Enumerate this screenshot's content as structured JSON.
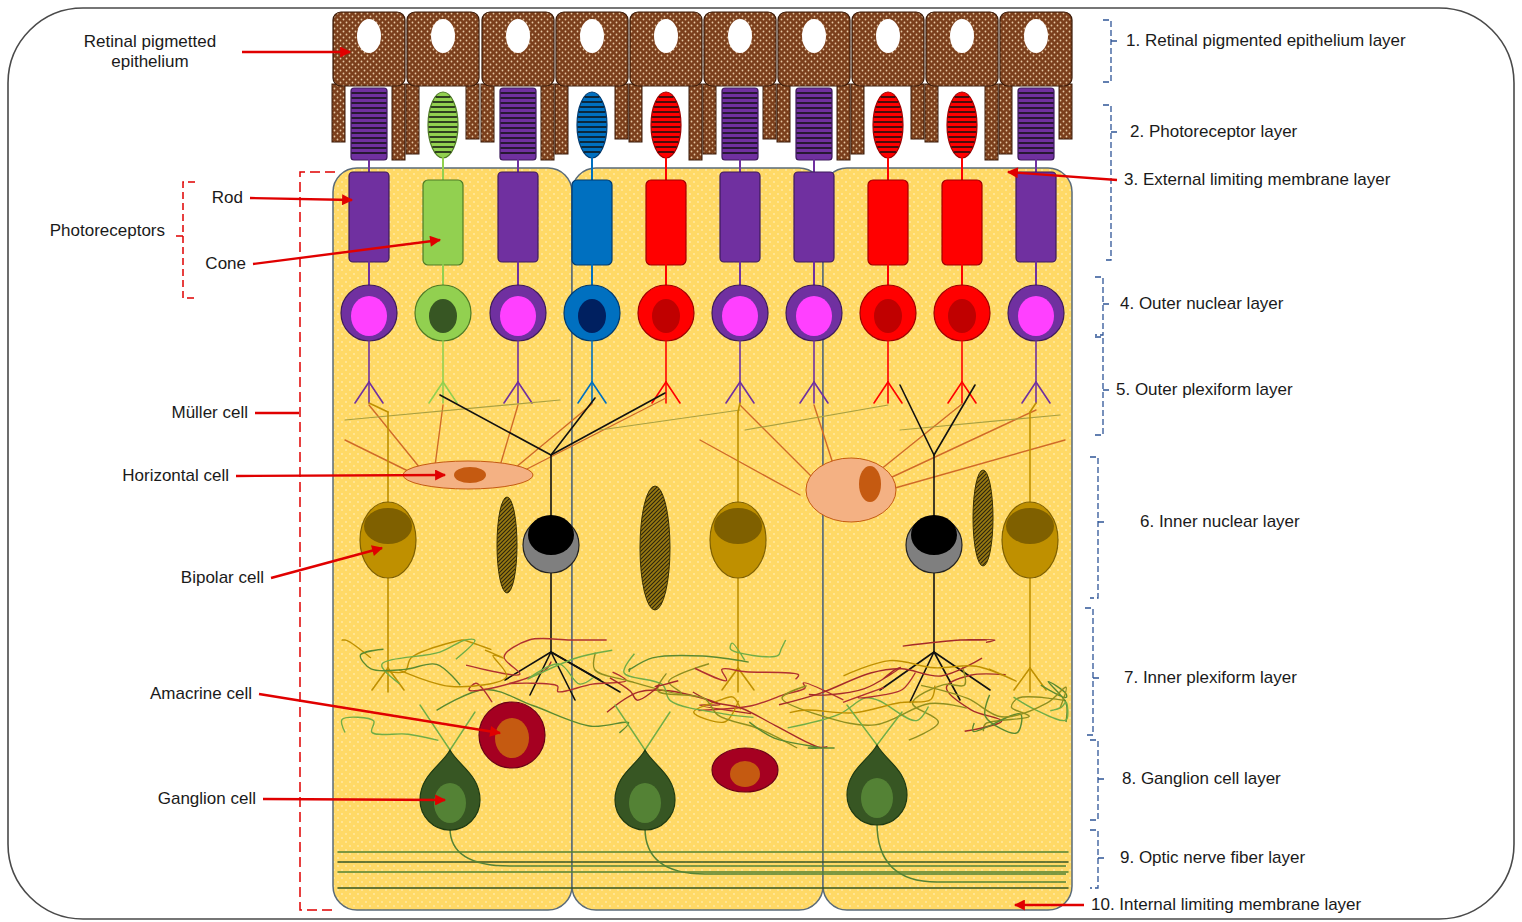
{
  "diagram": {
    "labels": [
      "Retinal pigmetted epithelium",
      "Photoreceptors",
      "Rod",
      "Cone",
      "Müller cell",
      "Horizontal cell",
      "Bipolar cell",
      "Amacrine cell",
      "Ganglion cell",
      "1. Retinal pigmented epithelium layer",
      "2. Photoreceptor layer",
      "3. External limiting membrane layer",
      "4. Outer nuclear layer",
      "5. Outer plexiform layer",
      "6. Inner nuclear layer",
      "7. Inner plexiform layer",
      "8. Ganglion cell layer",
      "9. Optic nerve fiber layer",
      "10. Internal limiting membrane layer"
    ]
  }
}
